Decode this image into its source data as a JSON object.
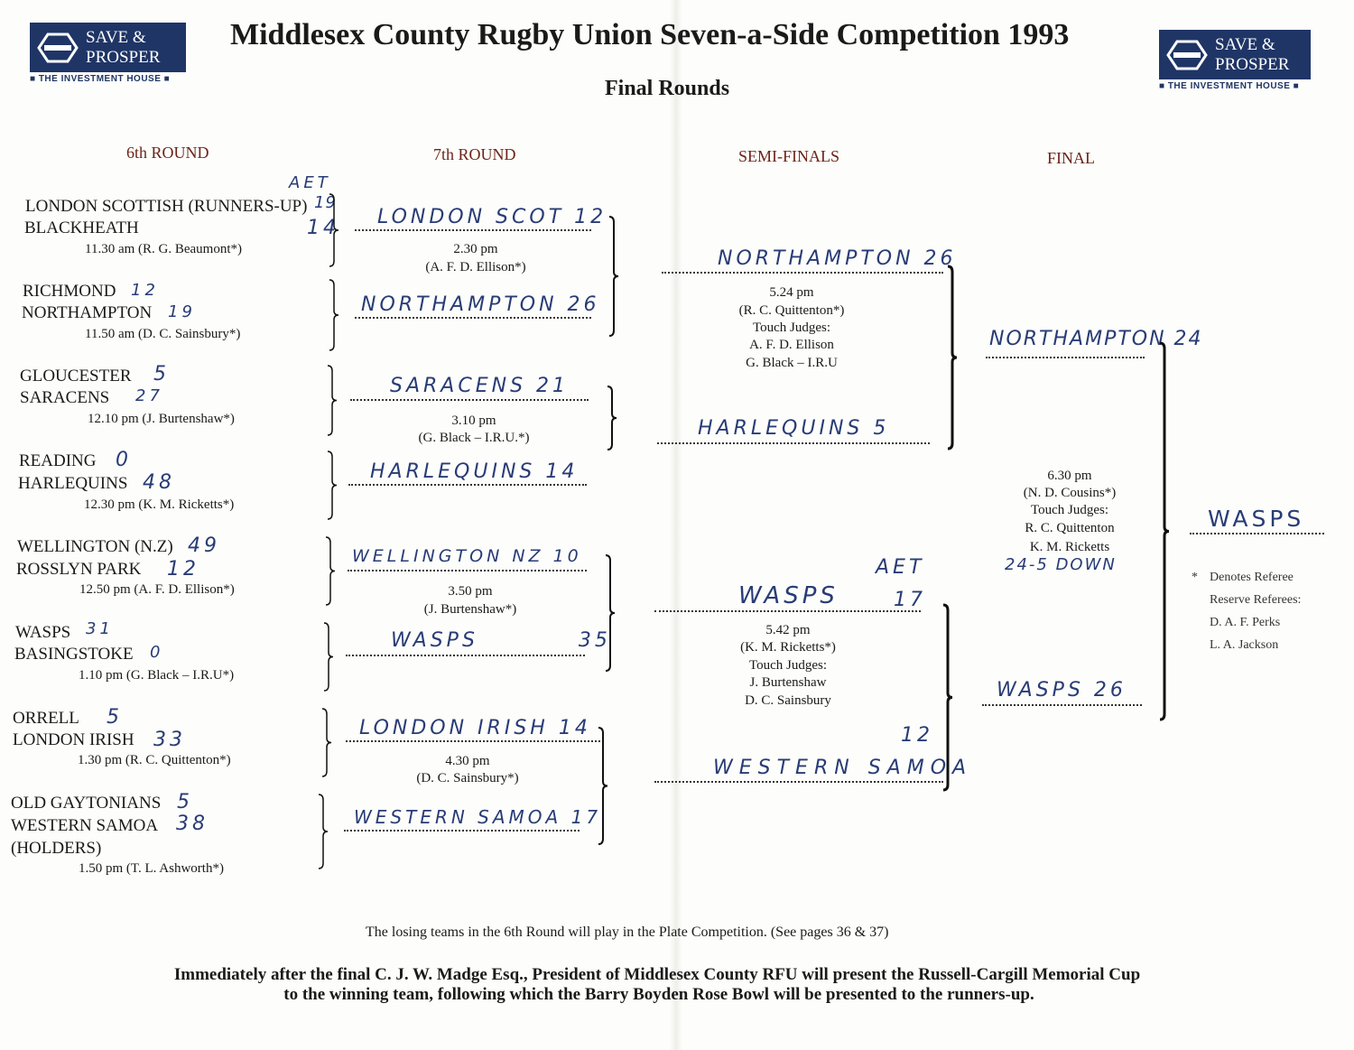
{
  "logo": {
    "name": "SAVE & PROSPER",
    "line1": "SAVE &",
    "line2": "PROSPER",
    "tagline": "THE INVESTMENT HOUSE"
  },
  "title": "Middlesex County Rugby Union Seven-a-Side Competition 1993",
  "subtitle": "Final Rounds",
  "rounds": [
    "6th ROUND",
    "7th ROUND",
    "SEMI-FINALS",
    "FINAL"
  ],
  "sixth": [
    {
      "home": "LONDON SCOTTISH (RUNNERS-UP)",
      "away": "BLACKHEATH",
      "time": "11.30 am (R. G. Beaumont*)",
      "hs": "19",
      "as": "14",
      "note": "AET"
    },
    {
      "home": "RICHMOND",
      "away": "NORTHAMPTON",
      "time": "11.50 am (D. C. Sainsbury*)",
      "hs": "12",
      "as": "19"
    },
    {
      "home": "GLOUCESTER",
      "away": "SARACENS",
      "time": "12.10 pm (J. Burtenshaw*)",
      "hs": "5",
      "as": "27"
    },
    {
      "home": "READING",
      "away": "HARLEQUINS",
      "time": "12.30 pm (K. M. Ricketts*)",
      "hs": "0",
      "as": "48"
    },
    {
      "home": "WELLINGTON (N.Z)",
      "away": "ROSSLYN PARK",
      "time": "12.50 pm (A. F. D. Ellison*)",
      "hs": "49",
      "as": "12"
    },
    {
      "home": "WASPS",
      "away": "BASINGSTOKE",
      "time": "1.10 pm (G. Black – I.R.U*)",
      "hs": "31",
      "as": "0"
    },
    {
      "home": "ORRELL",
      "away": "LONDON IRISH",
      "time": "1.30 pm (R. C. Quittenton*)",
      "hs": "5",
      "as": "33"
    },
    {
      "home": "OLD GAYTONIANS",
      "away": "WESTERN SAMOA",
      "extra": "(HOLDERS)",
      "time": "1.50 pm (T. L. Ashworth*)",
      "hs": "5",
      "as": "38"
    }
  ],
  "seventh": {
    "winners": [
      "LONDON SCOT 12",
      "NORTHAMPTON 26",
      "SARACENS 21",
      "HARLEQUINS 14",
      "WELLINGTON NZ 10",
      "WASPS 35",
      "LONDON IRISH 14",
      "WESTERN SAMOA 17"
    ],
    "matches": [
      {
        "time": "2.30 pm",
        "ref": "(A. F. D. Ellison*)"
      },
      {
        "time": "3.10 pm",
        "ref": "(G. Black – I.R.U.*)"
      },
      {
        "time": "3.50 pm",
        "ref": "(J. Burtenshaw*)"
      },
      {
        "time": "4.30 pm",
        "ref": "(D. C. Sainsbury*)"
      }
    ]
  },
  "semis": {
    "winners": [
      "NORTHAMPTON 26",
      "HARLEQUINS 5",
      "WASPS",
      "WESTERN SAMOA"
    ],
    "wasps_score": "17",
    "wasps_note": "AET",
    "samoa_score": "12",
    "matches": [
      {
        "time": "5.24 pm",
        "ref": "(R. C. Quittenton*)",
        "tj_label": "Touch Judges:",
        "tj1": "A. F. D. Ellison",
        "tj2": "G. Black – I.R.U"
      },
      {
        "time": "5.42 pm",
        "ref": "(K. M. Ricketts*)",
        "tj_label": "Touch Judges:",
        "tj1": "J. Burtenshaw",
        "tj2": "D. C. Sainsbury"
      }
    ]
  },
  "final": {
    "team1": "NORTHAMPTON 24",
    "team2": "WASPS 26",
    "time": "6.30 pm",
    "ref": "(N. D. Cousins*)",
    "tj_label": "Touch Judges:",
    "tj1": "R. C. Quittenton",
    "tj2": "K. M. Ricketts",
    "result": "24-5 DOWN",
    "winner": "WASPS"
  },
  "notes": {
    "star": "*",
    "denotes": "Denotes Referee",
    "reserve": "Reserve Referees:",
    "r1": "D. A. F. Perks",
    "r2": "L. A. Jackson"
  },
  "footer": {
    "plate": "The losing teams in the 6th Round will play in the Plate Competition. (See pages 36 & 37)",
    "line1": "Immediately after the final C. J. W. Madge Esq., President of Middlesex County RFU will present the Russell-Cargill Memorial Cup",
    "line2": "to the winning team, following which the Barry Boyden Rose Bowl will be presented to the runners-up."
  }
}
